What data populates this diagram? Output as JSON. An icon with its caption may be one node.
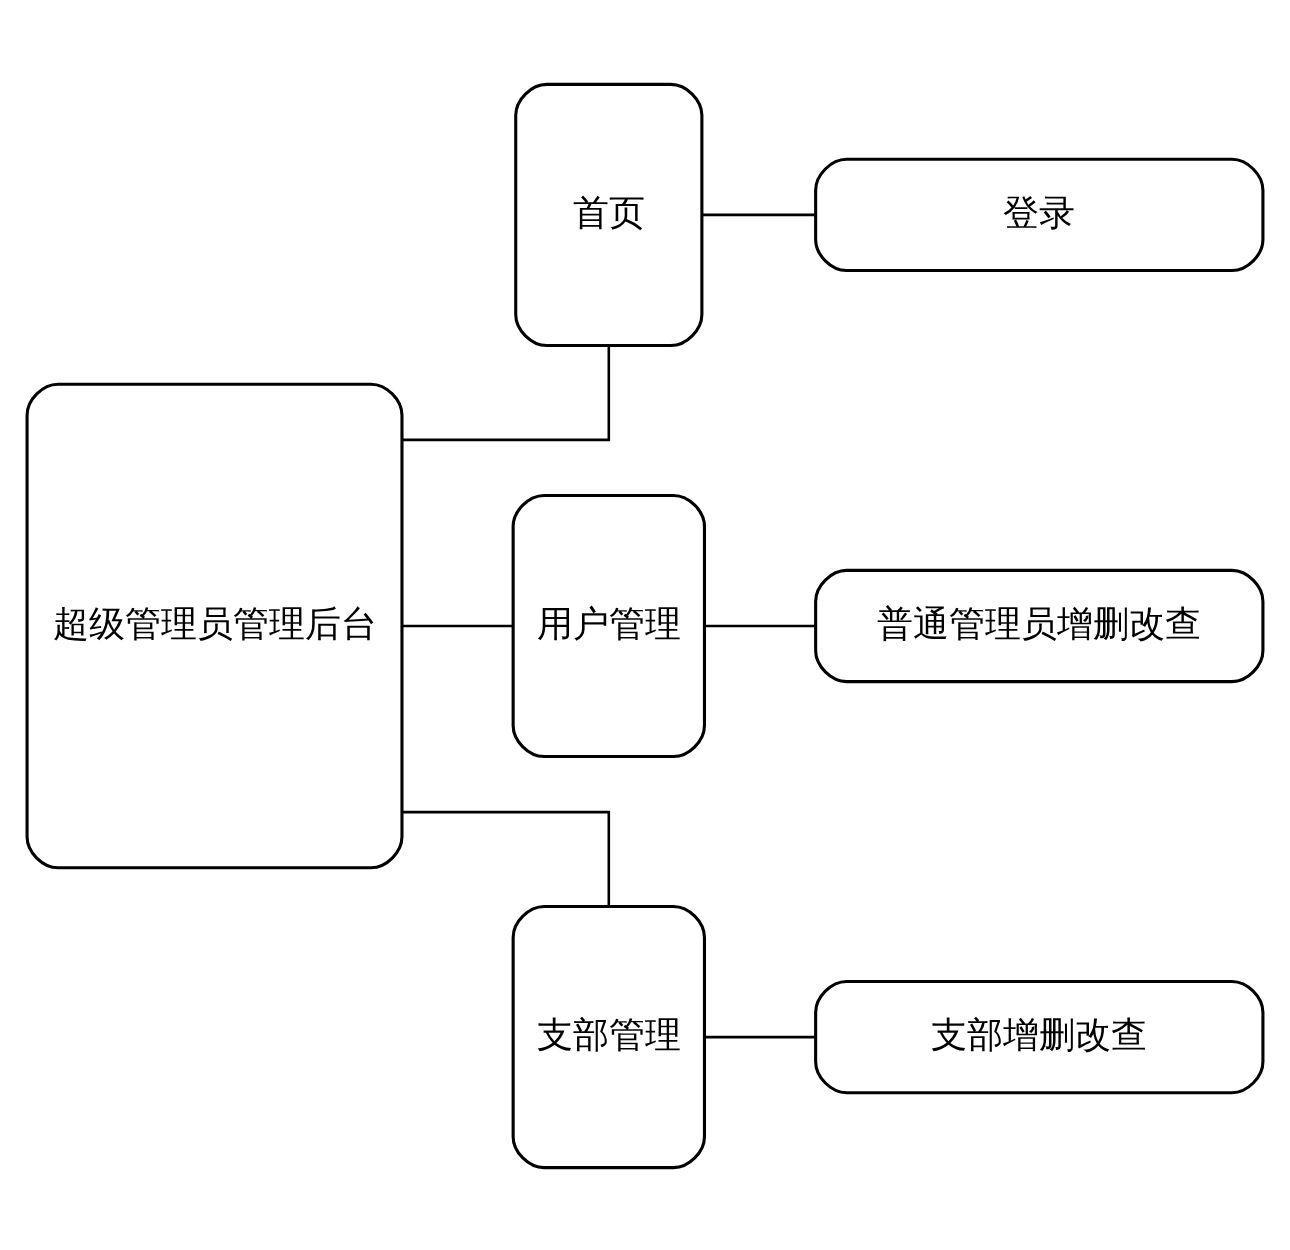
{
  "diagram": {
    "nodes": [
      {
        "text": [
          "超级管理员管理后台"
        ]
      },
      {
        "text": [
          "首页"
        ]
      },
      {
        "text": [
          "登录"
        ]
      },
      {
        "text": [
          "用户管理"
        ]
      },
      {
        "text": [
          "普通管理员增删改查"
        ]
      },
      {
        "text": [
          "支部管理"
        ]
      },
      {
        "text": [
          "支部增删改查"
        ]
      }
    ],
    "edges": [
      {
        "from": 0,
        "to": 1,
        "arrow": "none"
      },
      {
        "from": 0,
        "to": 3,
        "arrow": "none"
      },
      {
        "from": 0,
        "to": 5,
        "arrow": "none"
      },
      {
        "from": 1,
        "to": 2,
        "arrow": "none"
      },
      {
        "from": 3,
        "to": 4,
        "arrow": "none"
      },
      {
        "from": 5,
        "to": 6,
        "arrow": "none"
      }
    ]
  }
}
